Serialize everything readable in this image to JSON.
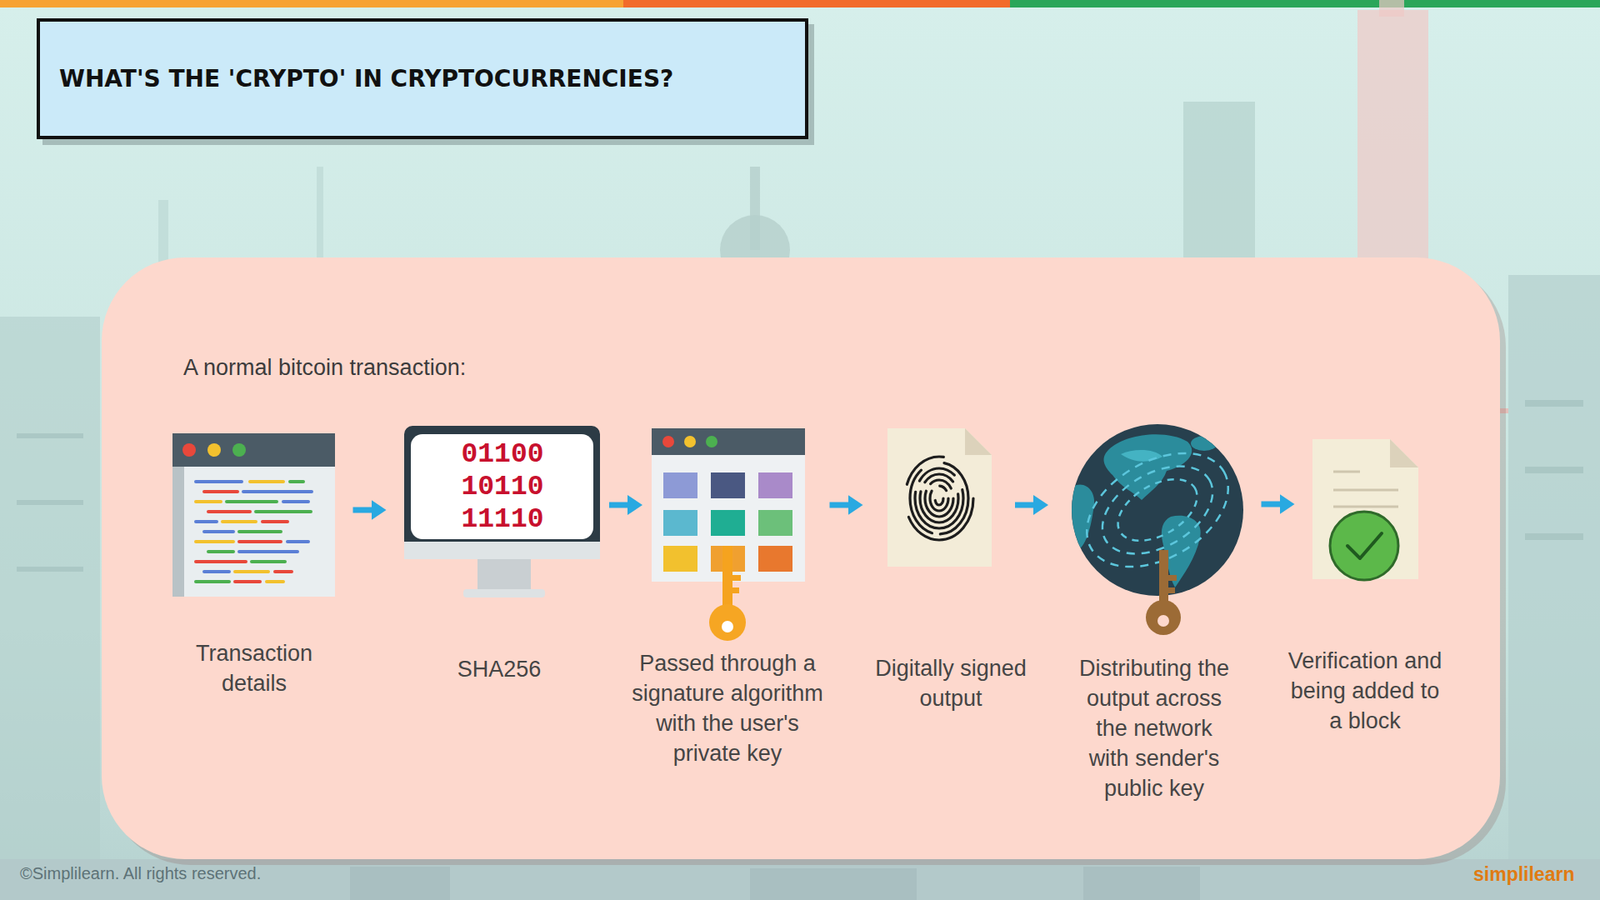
{
  "diagram": {
    "title": "WHAT'S THE 'CRYPTO' IN CRYPTOCURRENCIES?",
    "nodes": [
      {
        "text": [
          "A normal bitcoin transaction:"
        ]
      },
      {
        "text": [
          "Transaction details"
        ],
        "in": 0
      },
      {
        "text": [
          "01100 10110 11110",
          "SHA256"
        ],
        "in": 0
      },
      {
        "text": [
          "Passed through a signature algorithm with the user's private key"
        ],
        "in": 0
      },
      {
        "text": [
          "Digitally signed output"
        ],
        "in": 0
      },
      {
        "text": [
          "Distributing the output across the network with sender's public key"
        ],
        "in": 0
      },
      {
        "text": [
          "Verification and being added to a block"
        ],
        "in": 0
      }
    ],
    "edges": [
      {
        "from": 1,
        "to": 2,
        "arrow": "to"
      },
      {
        "from": 2,
        "to": 3,
        "arrow": "to"
      },
      {
        "from": 3,
        "to": 4,
        "arrow": "to"
      },
      {
        "from": 4,
        "to": 5,
        "arrow": "to"
      },
      {
        "from": 5,
        "to": 6,
        "arrow": "to"
      }
    ],
    "labels": [
      "©Simplilearn. All rights reserved.",
      "simplilearn"
    ]
  }
}
